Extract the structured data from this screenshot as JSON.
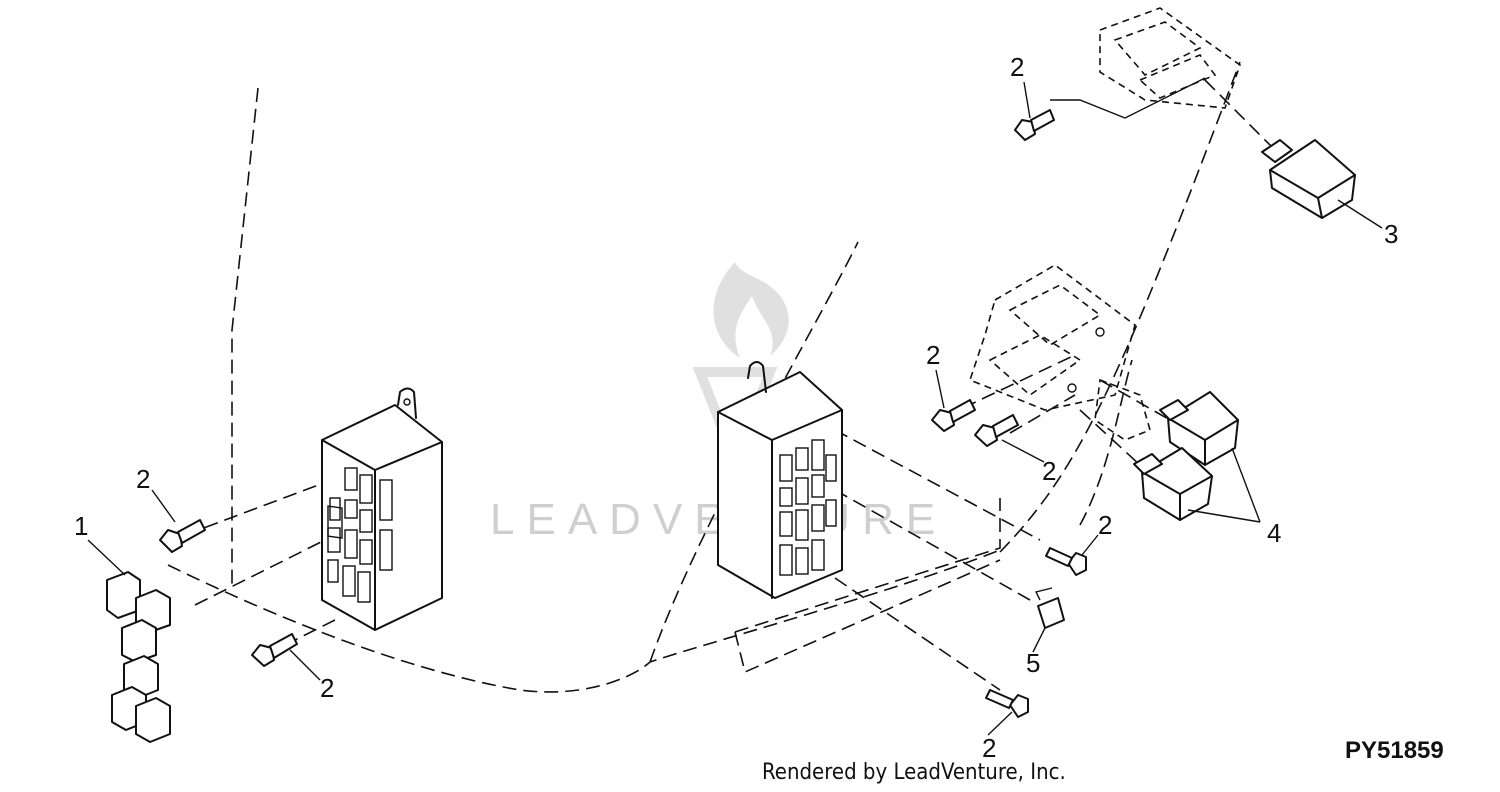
{
  "watermark": {
    "text": "LEADVENTURE"
  },
  "callouts": [
    "1",
    "2",
    "3",
    "4",
    "5"
  ],
  "figure_id": "PY51859",
  "credit": "Rendered by LeadVenture, Inc."
}
